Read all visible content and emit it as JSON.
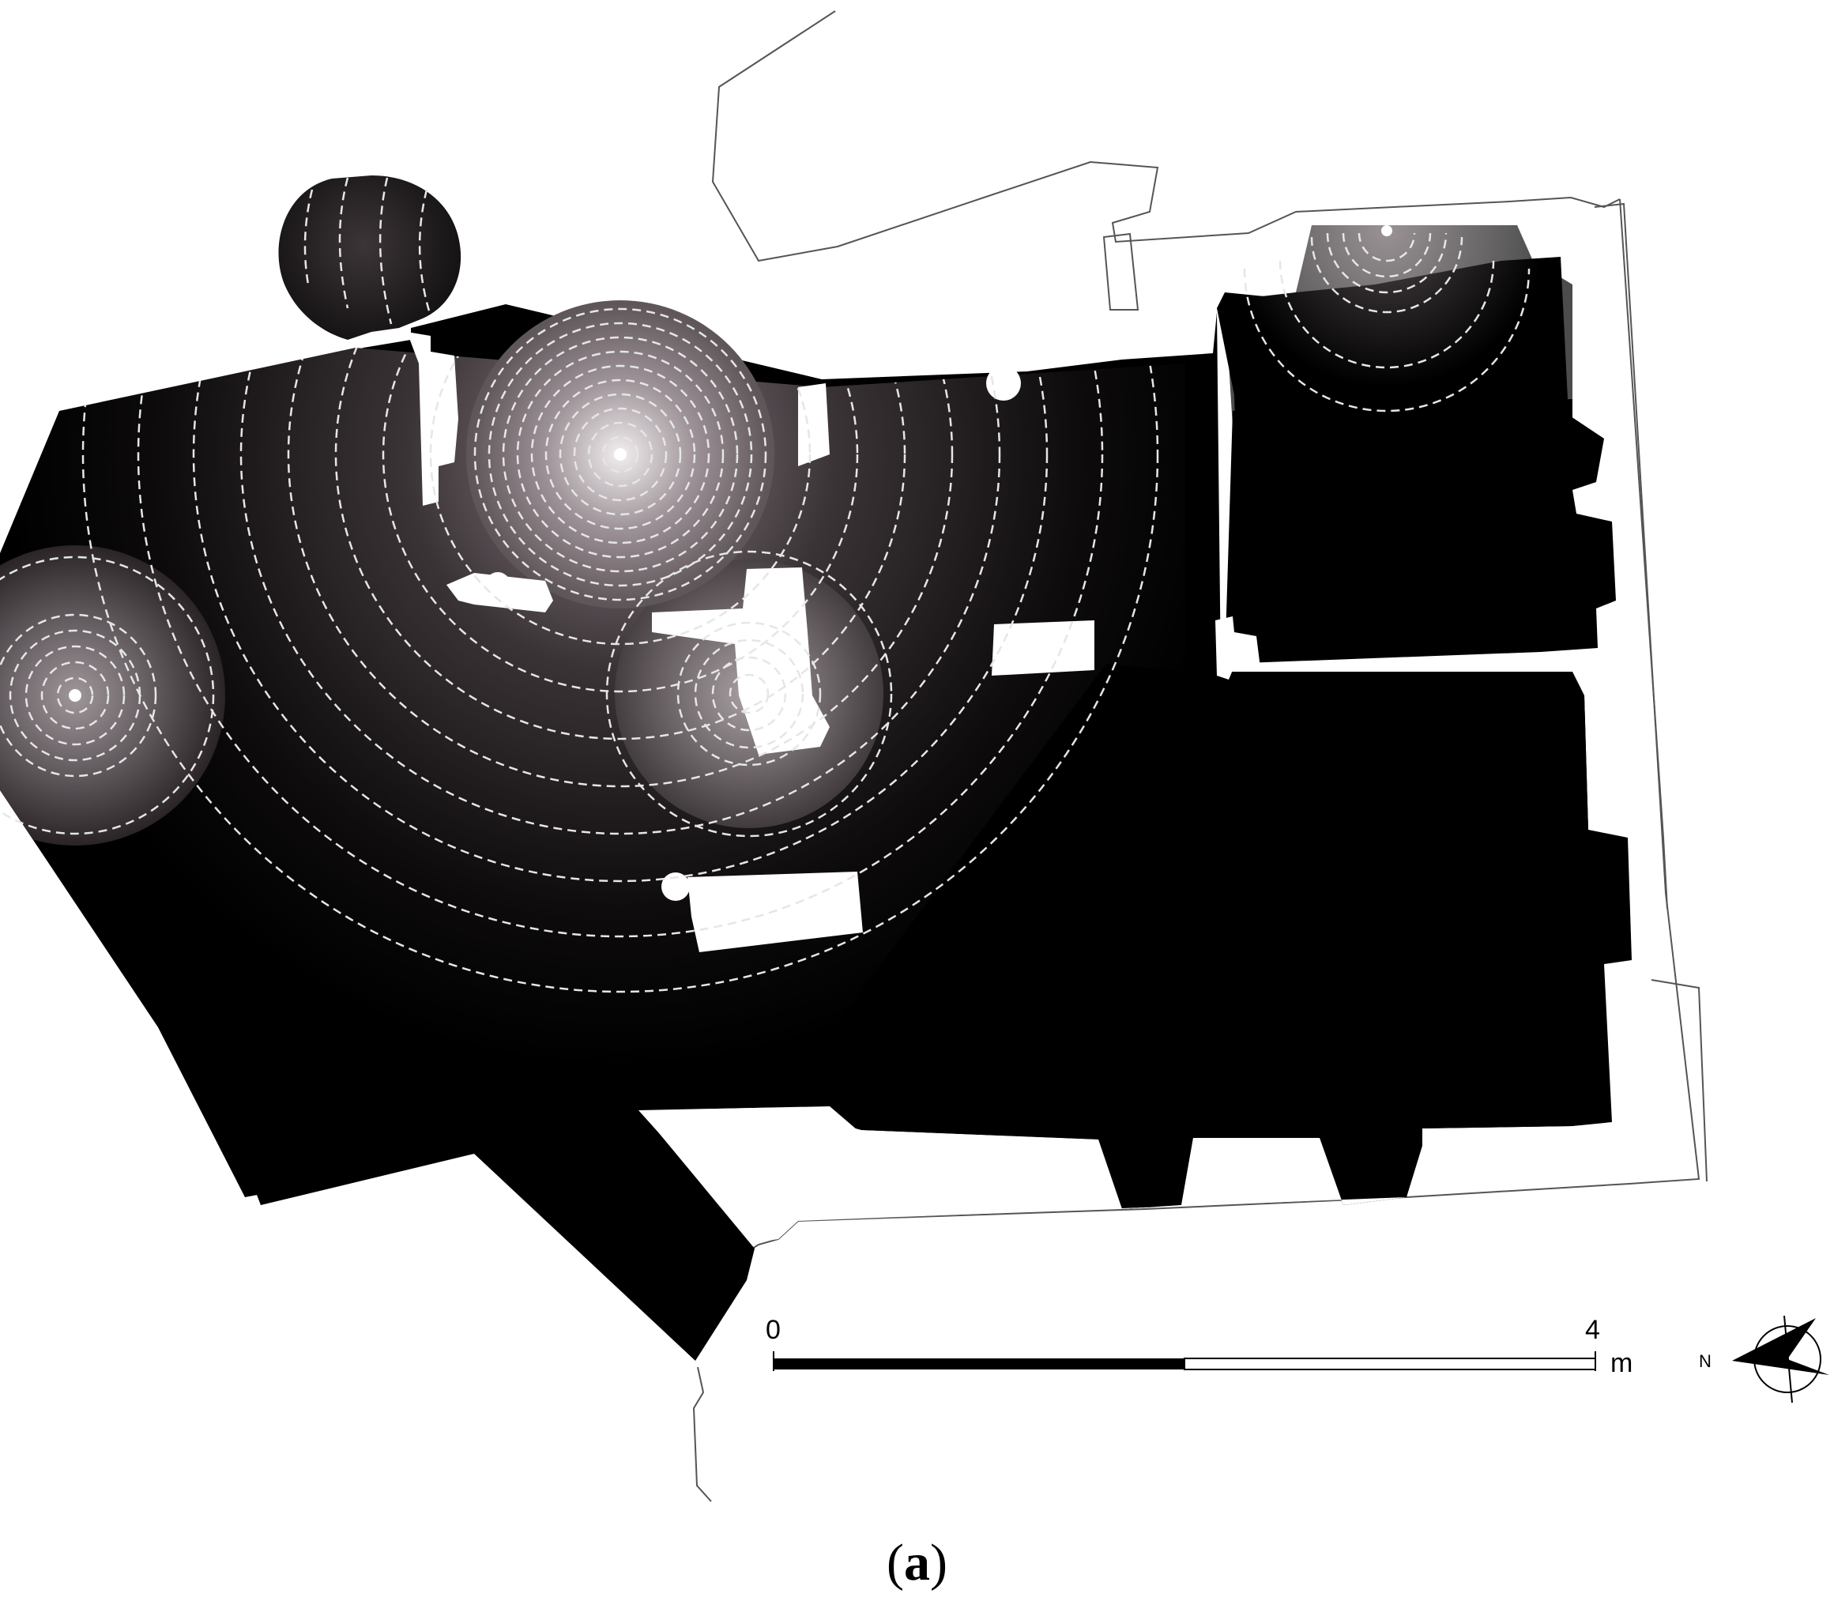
{
  "scale": {
    "start_label": "0",
    "end_label": "4",
    "unit": "m"
  },
  "north": {
    "label": "N"
  },
  "caption": {
    "open": "(",
    "letter": "a",
    "close": ")"
  },
  "colors": {
    "solid": "#000000",
    "glow": "#7c7075",
    "outline": "#555555",
    "ring": "#e4e4e4"
  }
}
